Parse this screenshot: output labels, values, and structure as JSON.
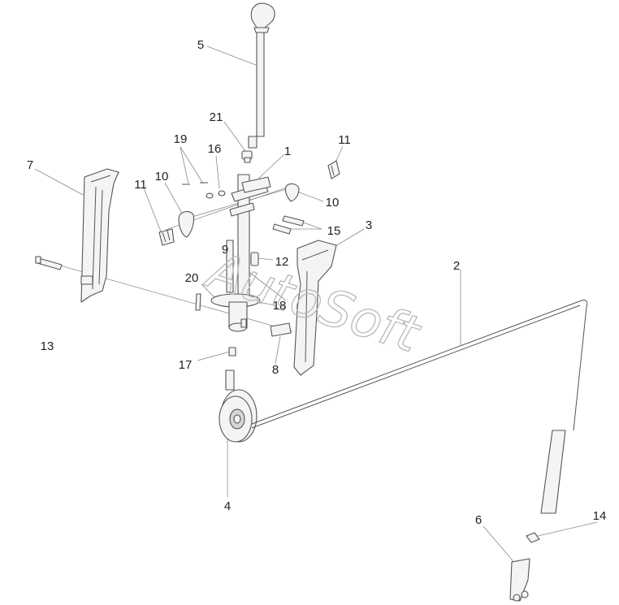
{
  "watermark": "AutoSoft",
  "callouts": {
    "c1": "1",
    "c2": "2",
    "c3": "3",
    "c4": "4",
    "c5": "5",
    "c6": "6",
    "c7": "7",
    "c8": "8",
    "c9": "9",
    "c10a": "10",
    "c10b": "10",
    "c11a": "11",
    "c11b": "11",
    "c12": "12",
    "c13": "13",
    "c14": "14",
    "c15": "15",
    "c16": "16",
    "c17": "17",
    "c18": "18",
    "c19": "19",
    "c20": "20",
    "c21": "21"
  },
  "colors": {
    "line": "#555555",
    "fill": "#f4f4f4",
    "leader": "#8a8a8a",
    "watermark": "#b9b9b9"
  }
}
